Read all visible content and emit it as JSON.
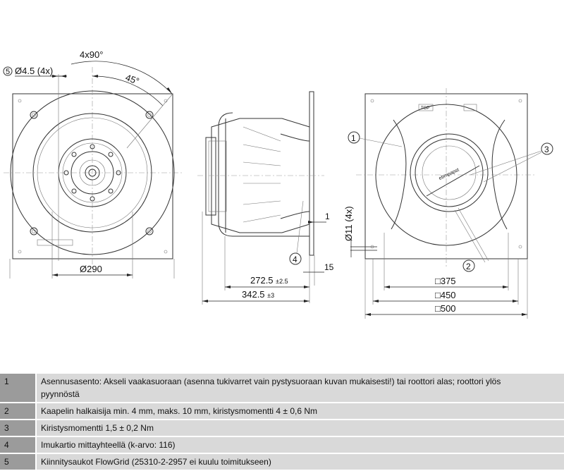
{
  "drawing": {
    "front_view": {
      "callout_5": "5",
      "hole_label": "Ø4.5 (4x)",
      "angle_label": "4x90°",
      "angle_45": "45°",
      "diameter_label": "Ø290"
    },
    "side_view": {
      "callout_4": "4",
      "dim_1": "1",
      "dim_15": "15",
      "dim_272": "272.5",
      "dim_272_tol": "±2.5",
      "dim_342": "342.5",
      "dim_342_tol": "±3",
      "hole_label": "Ø11 (4x)"
    },
    "rear_view": {
      "callout_1": "1",
      "callout_2": "2",
      "callout_3": "3",
      "top_label": "TOP",
      "brand_label": "ebmpapst",
      "dim_375": "□375",
      "dim_450": "□450",
      "dim_500": "□500"
    }
  },
  "notes": [
    {
      "num": "1",
      "text": "Asennusasento: Akseli vaakasuoraan (asenna tukivarret vain pystysuoraan kuvan mukaisesti!) tai roottori alas; roottori ylös",
      "text2": "pyynnöstä"
    },
    {
      "num": "2",
      "text": "Kaapelin halkaisija min. 4 mm, maks. 10 mm, kiristysmomentti 4 ± 0,6 Nm"
    },
    {
      "num": "3",
      "text": "Kiristysmomentti 1,5 ± 0,2 Nm"
    },
    {
      "num": "4",
      "text": "Imukartio mittayhteellä (k-arvo: 116)"
    },
    {
      "num": "5",
      "text": "Kiinnitysaukot FlowGrid (25310-2-2957 ei kuulu toimitukseen)"
    }
  ]
}
